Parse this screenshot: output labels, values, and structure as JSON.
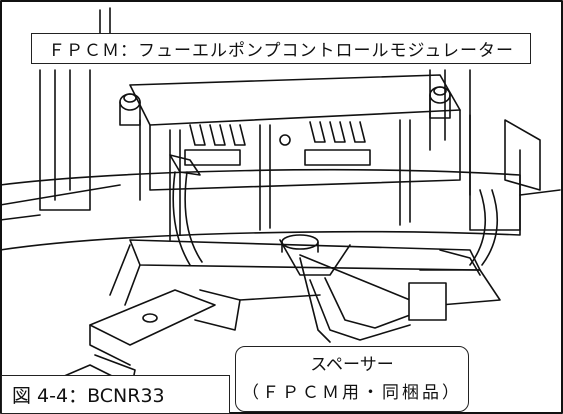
{
  "title_label": "ＦＰＣＭ：フューエルポンプコントロールモジュレーター",
  "callout": {
    "line1": "スペーサー",
    "line2": "（ＦＰＣＭ用・同梱品）"
  },
  "figure_label": "図 4-4：BCNR33"
}
